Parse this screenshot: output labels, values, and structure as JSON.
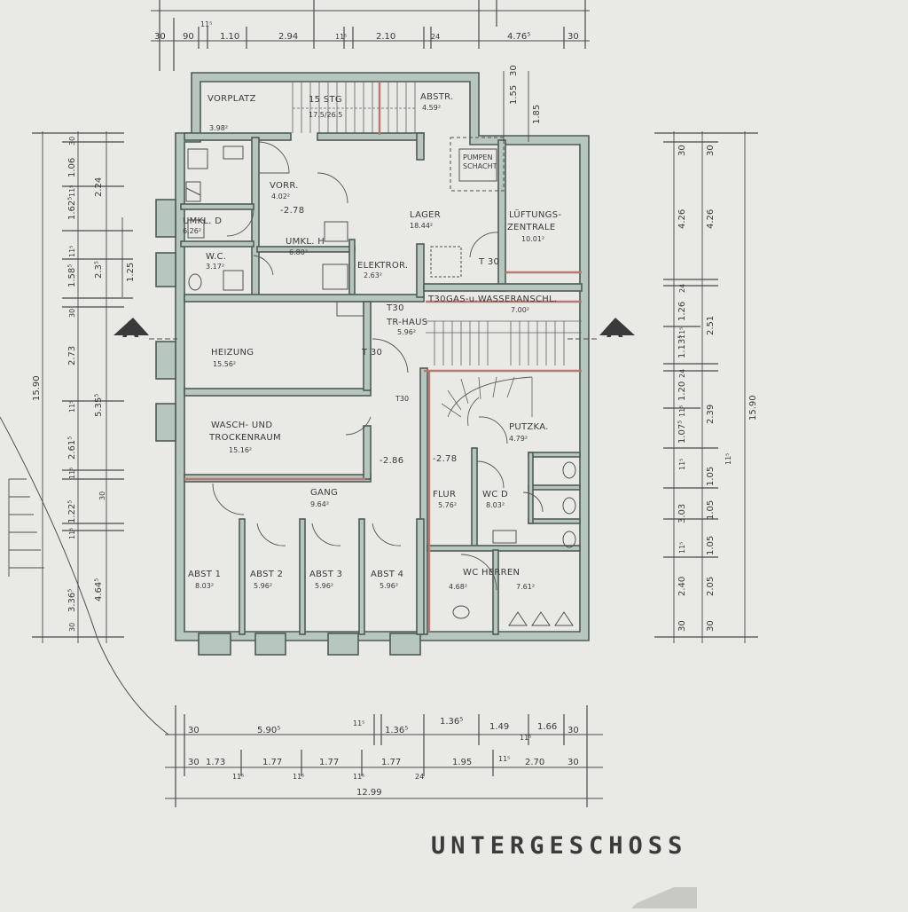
{
  "title": "UNTERGESCHOSS",
  "section_marker": "A",
  "rooms": {
    "vorplatz": {
      "name": "VORPLATZ",
      "area": "3.98²"
    },
    "vorr": {
      "name": "VORR.",
      "area": "4.02²",
      "level": "-2.78"
    },
    "umkl_d": {
      "name": "UMKL. D",
      "area": "6.26²"
    },
    "wc": {
      "name": "W.C.",
      "area": "3.17²"
    },
    "umkl_h": {
      "name": "UMKL. H",
      "area": "6.80²"
    },
    "lager": {
      "name": "LAGER",
      "area": "18.44²"
    },
    "lueftung": {
      "name1": "LÜFTUNGS-",
      "name2": "ZENTRALE",
      "area": "10.01²"
    },
    "pumpen": {
      "name1": "PUMPEN",
      "name2": "SCHACHT"
    },
    "elektro": {
      "name": "ELEKTROR.",
      "area": "2.63²"
    },
    "gas": {
      "name": "GAS-u.WASSERANSCHL.",
      "area": "7.00²"
    },
    "tr_haus": {
      "name": "TR-HAUS",
      "area": "5.96²"
    },
    "heizung": {
      "name": "HEIZUNG",
      "area": "15.56²"
    },
    "wasch": {
      "name1": "WASCH- UND",
      "name2": "TROCKENRAUM",
      "area": "15.16²"
    },
    "gang": {
      "name": "GANG",
      "area": "9.64²",
      "level": "-2.86"
    },
    "abst1": {
      "name": "ABST 1",
      "area": "8.03²"
    },
    "abst2": {
      "name": "ABST 2",
      "area": "5.96²"
    },
    "abst3": {
      "name": "ABST 3",
      "area": "5.96²"
    },
    "abst4": {
      "name": "ABST 4",
      "area": "5.96²"
    },
    "flur": {
      "name": "FLUR",
      "area": "5.76²",
      "level": "-2.78"
    },
    "putzka": {
      "name": "PUTZKA.",
      "area": "4.79²"
    },
    "wc_d": {
      "name": "WC D",
      "area": "8.03²"
    },
    "wc_herren": {
      "name": "WC HERREN",
      "area1": "4.68²",
      "area2": "7.61²"
    }
  },
  "labels": {
    "stairs_top": "15 STG",
    "stairs_top2": "17.5/26.5",
    "abstr": "ABSTR.",
    "abstr_area": "4.59²",
    "t30": "T 30",
    "t30b": "T30"
  },
  "dims": {
    "top": [
      "30",
      "90",
      "1.10",
      "2.94",
      "2.10",
      "4.76⁵",
      "30"
    ],
    "top_small": [
      "11⁵",
      "11⁵",
      "24"
    ],
    "bottom1": [
      "30",
      "5.90⁵",
      "1.36⁵",
      "1.36⁵",
      "1.49",
      "1.66",
      "30"
    ],
    "bottom2": [
      "30",
      "1.73",
      "1.77",
      "1.77",
      "1.77",
      "1.95",
      "2.70",
      "30"
    ],
    "bottom_small": [
      "11⁵",
      "11⁵",
      "11⁵",
      "24",
      "11⁵",
      "11⁵",
      "11⁵"
    ],
    "bottom_total": "12.99",
    "left_outer": "15.90",
    "left1": [
      "1.06",
      "1.62⁵",
      "1.58⁵",
      "2.73",
      "2.61⁵",
      "1.22⁵",
      "3.36⁵"
    ],
    "left2": [
      "2.24",
      "2.3⁵",
      "5.35⁵",
      "4.64⁵"
    ],
    "left3": [
      "1.25"
    ],
    "left_small": [
      "30",
      "11⁵",
      "11⁵",
      "30",
      "11⁵",
      "11⁵",
      "11⁵",
      "30",
      "30"
    ],
    "right1": [
      "30",
      "4.26",
      "24",
      "1.26",
      "1.13⁵",
      "24",
      "1.20",
      "1.07⁵",
      "11⁵",
      "1.05",
      "1.05",
      "1.05",
      "2.40",
      "30"
    ],
    "right2": [
      "30",
      "4.26",
      "2.51",
      "2.39",
      "3.03",
      "2.05",
      "30"
    ],
    "right_outer": "15.90",
    "right_small": [
      "11⁵",
      "11⁵",
      "11⁵",
      "11⁵"
    ],
    "top_right_v": [
      "1.55",
      "30",
      "1.85"
    ]
  },
  "colors": {
    "walls": "#b7c7bf",
    "red_lines": "#b87a70"
  }
}
